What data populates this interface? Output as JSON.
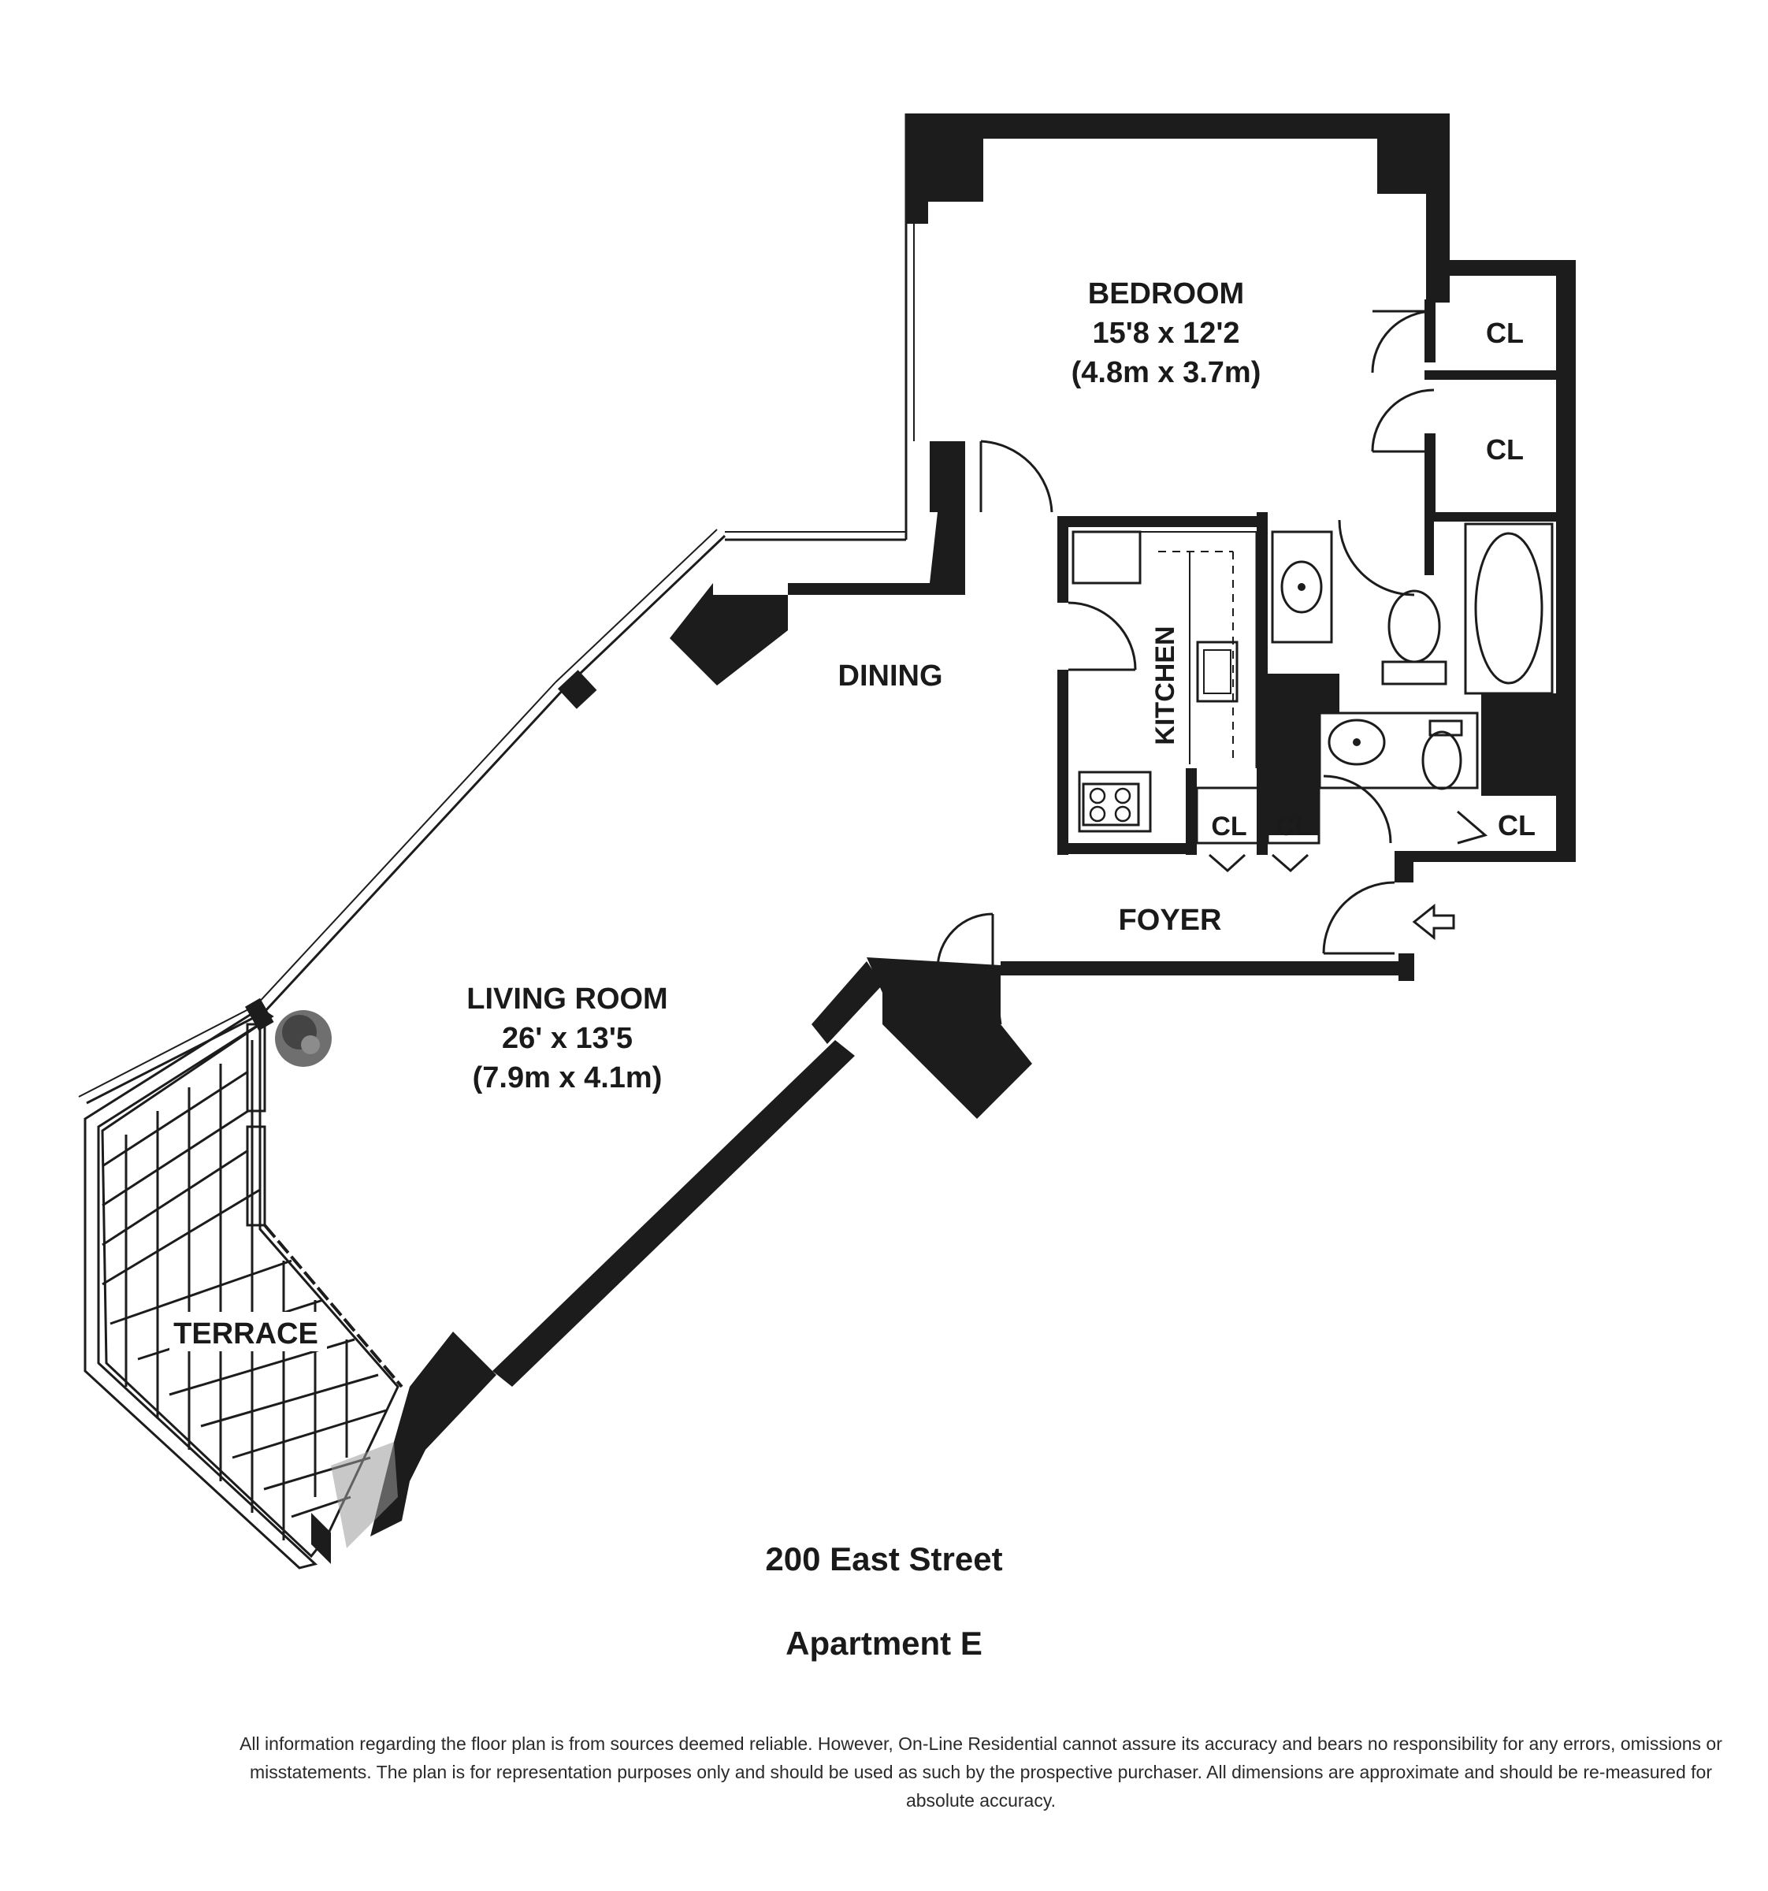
{
  "rooms": {
    "bedroom": {
      "name": "BEDROOM",
      "size_imperial": "15'8 x 12'2",
      "size_metric": "(4.8m x 3.7m)"
    },
    "living_room": {
      "name": "LIVING ROOM",
      "size_imperial": "26' x 13'5",
      "size_metric": "(7.9m x 4.1m)"
    },
    "dining": {
      "name": "DINING"
    },
    "kitchen": {
      "name": "KITCHEN"
    },
    "foyer": {
      "name": "FOYER"
    },
    "terrace": {
      "name": "TERRACE"
    },
    "closet_label": "CL"
  },
  "building": {
    "address": "200 East Street",
    "unit": "Apartment E"
  },
  "disclaimer": "All information regarding the floor plan is from sources deemed reliable. However, On-Line Residential cannot assure its accuracy and bears no responsibility for any errors, omissions or misstatements. The plan is for representation purposes only and should be used as such by the prospective purchaser. All dimensions are approximate and should be re-measured for absolute accuracy.",
  "colors": {
    "wall": "#1c1c1c",
    "background": "#ffffff"
  },
  "icons": [
    "entry-arrow-icon",
    "stove-icon",
    "toilet-icon",
    "sink-icon",
    "bathtub-icon",
    "plant-icon"
  ]
}
